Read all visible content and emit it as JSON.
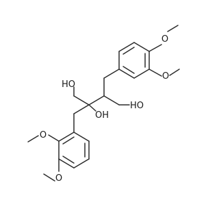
{
  "molecule": {
    "labels": {
      "o1": "O",
      "o2": "O",
      "o3": "O",
      "o4": "O",
      "oh1": "HO",
      "oh2": "OH",
      "oh3": "HO"
    }
  }
}
